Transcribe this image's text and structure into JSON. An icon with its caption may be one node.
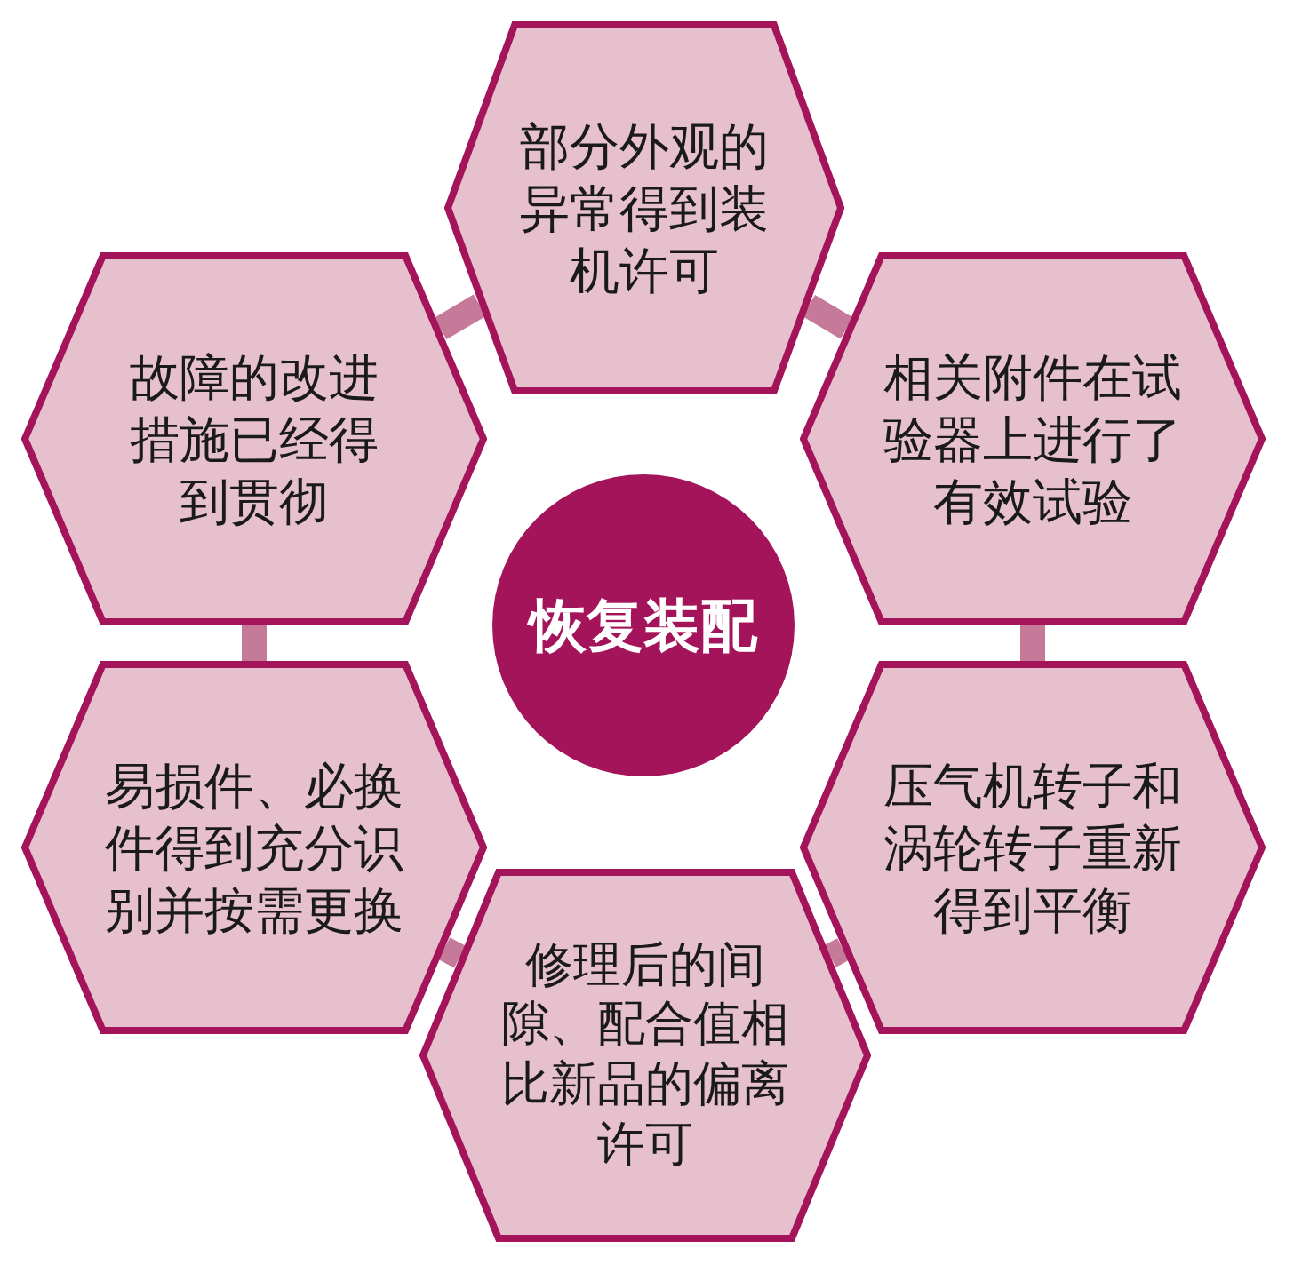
{
  "diagram": {
    "nodes": [
      {
        "text": [
          "部分外观的异常得到装机许可"
        ]
      },
      {
        "text": [
          "相关附件在试验器上进行了有效试验"
        ]
      },
      {
        "text": [
          "压气机转子和涡轮转子重新得到平衡"
        ]
      },
      {
        "text": [
          "修理后的间隙、配合值相比新品的偏离许可"
        ]
      },
      {
        "text": [
          "易损件、必换件得到充分识别并按需更换"
        ]
      },
      {
        "text": [
          "故障的改进措施已经得到贯彻"
        ]
      },
      {
        "text": [
          "恢复装配"
        ]
      }
    ],
    "edges": [
      {
        "from": 0,
        "to": 1,
        "arrow": "none"
      },
      {
        "from": 1,
        "to": 2,
        "arrow": "none"
      },
      {
        "from": 2,
        "to": 3,
        "arrow": "none"
      },
      {
        "from": 3,
        "to": 4,
        "arrow": "none"
      },
      {
        "from": 4,
        "to": 5,
        "arrow": "none"
      },
      {
        "from": 5,
        "to": 0,
        "arrow": "none"
      }
    ]
  }
}
